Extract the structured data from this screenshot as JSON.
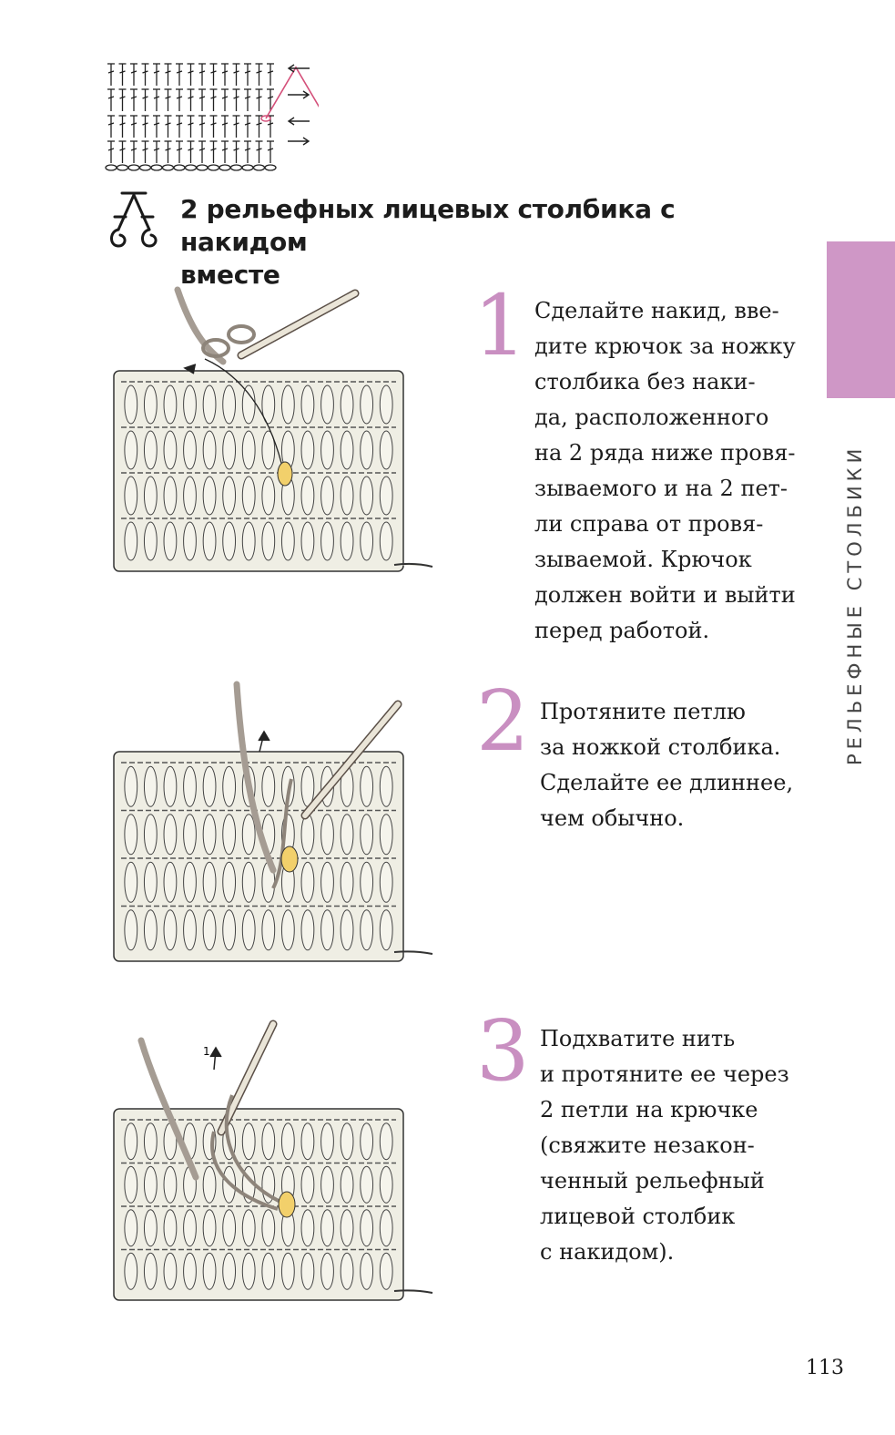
{
  "heading": {
    "line1": "2 рельефных лицевых столбика с накидом",
    "line2": "вместе"
  },
  "side_label": "РЕЛЬЕФНЫЕ СТОЛБИКИ",
  "steps": [
    {
      "number": "1",
      "lines": [
        "Сделайте накид, вве-",
        "дите крючок за ножку",
        "столбика без наки-",
        "да, расположенного",
        "на 2 ряда ниже провя-",
        "зываемого и на 2 пет-",
        "ли справа от провя-",
        "зываемой. Крючок",
        "должен войти и выйти",
        "перед работой."
      ]
    },
    {
      "number": "2",
      "lines": [
        "Протяните петлю",
        "за ножкой столбика.",
        "Сделайте ее длиннее,",
        "чем обычно."
      ]
    },
    {
      "number": "3",
      "lines": [
        "Подхватите нить",
        "и протяните ее через",
        "2 петли на крючке",
        "(свяжите незакон-",
        "ченный рельефный",
        "лицевой столбик",
        "с накидом)."
      ]
    }
  ],
  "diagram": {
    "row_marks": [
      "0",
      "0"
    ]
  },
  "illustration_label": "1",
  "page_number": "113",
  "colors": {
    "accent": "#cf97c6",
    "step_number": "#c98fc1",
    "yarn_highlight": "#f2d06b"
  }
}
